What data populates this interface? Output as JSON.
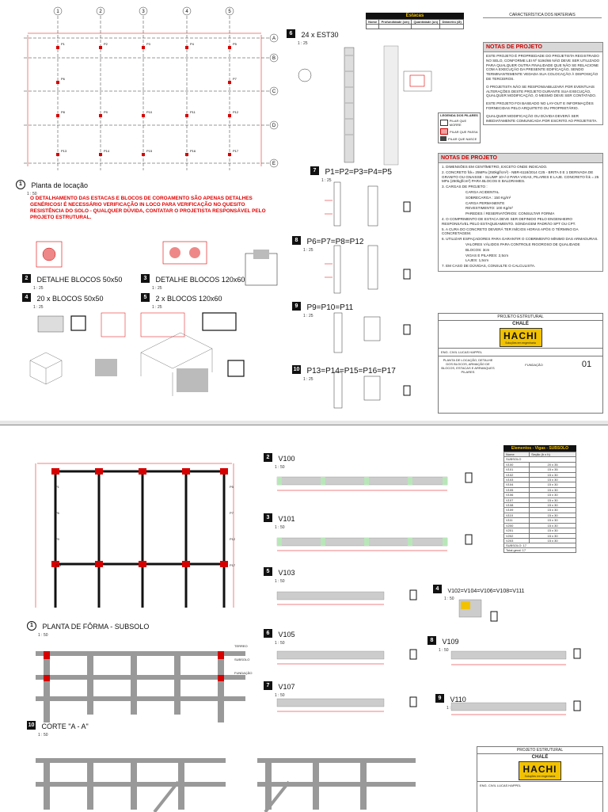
{
  "sheet1": {
    "grid_columns": [
      "1",
      "2",
      "3",
      "4",
      "5"
    ],
    "grid_rows": [
      "A",
      "B",
      "C",
      "D",
      "E"
    ],
    "pillars": [
      "P1",
      "P2",
      "P3",
      "P4",
      "P5",
      "P6",
      "P7",
      "P8",
      "P9",
      "P10",
      "P11",
      "P12",
      "P13",
      "P14",
      "P15",
      "P16",
      "P17"
    ],
    "location_plan": {
      "num": "1",
      "title": "Planta de locação",
      "scale": "1 : 50"
    },
    "warning": "O DETALHAMENTO DAS ESTACAS E BLOCOS DE COROAMENTO SÃO APENAS DETALHES GENÉRICOS!  É NECESSÁRIO VERIFICAÇÃO IN LOCO PARA VERIFICAÇÃO NO QUESITO RESISTÊNCIA DO SOLO - QUALQUER DÚVIDA, CONTATAR O PROJETISTA RESPONSÁVEL PELO PROJETO ESTRUTURAL.",
    "details": [
      {
        "num": "2",
        "title": "DETALHE BLOCOS 50x50",
        "scale": "1 : 25"
      },
      {
        "num": "3",
        "title": "DETALHE BLOCOS 120x60",
        "scale": "1 : 25"
      },
      {
        "num": "4",
        "title": "20 x BLOCOS 50x50",
        "scale": "1 : 25"
      },
      {
        "num": "5",
        "title": "2 x BLOCOS 120x60",
        "scale": "1 : 25"
      },
      {
        "num": "6",
        "title": "24 x EST30",
        "scale": "1 : 25"
      },
      {
        "num": "7",
        "title": "P1=P2=P3=P4=P5",
        "scale": "1 : 25"
      },
      {
        "num": "8",
        "title": "P6=P7=P8=P12",
        "scale": "1 : 25"
      },
      {
        "num": "9",
        "title": "P9=P10=P11",
        "scale": "1 : 25"
      },
      {
        "num": "10",
        "title": "P13=P14=P15=P16=P17",
        "scale": "1 : 25"
      }
    ],
    "estacas_table": {
      "title": "Estacas",
      "headers": [
        "Nome",
        "Profundidade (cm)",
        "Quantidade (un)",
        "Diâmetro (Ø)"
      ]
    },
    "materials_title": "CARACTERÍSTICA DOS MATERIAIS",
    "pillar_legend": {
      "title": "LEGENDA DOS PILARES",
      "items": [
        "PILAR QUE MORRE",
        "PILAR QUE PASSA",
        "PILAR QUE NASCE"
      ]
    },
    "notes_projeto_title": "NOTAS DE PROJETO",
    "notes_projeto_text": [
      "ESTE PROJETO É PROPRIEDADE DO PROJETISTA REGISTRADO NO SELO, CONFORME LEI Nº 5194/66 NÃO DEVE SER UTILIZADO PARA QUALQUER OUTRA FINALIDADE QUE NÃO SE RELACIONE COM A EXECUÇÃO DA PRESENTE EDIFICAÇÃO, SENDO TERMINANTEMENTE VEDADA SUA COLOCAÇÃO À DISPOSIÇÃO DE TERCEIROS.",
      "O PROJETISTA NÃO SE RESPONSABILIZARÁ POR EVENTUAIS ALTERAÇÕES DESTE PROJETO DURANTE SUA EXECUÇÃO, QUALQUER MODIFICAÇÃO, O MESMO DEVE SER CONTATADO.",
      "ESTE PROJETO FOI BASEADO NO LAY-OUT E INFORMAÇÕES FORNECIDAS PELO ARQUITETO OU PROPRIETÁRIO.",
      "QUALQUER MODIFICAÇÃO OU DÚVIDA DEVERÁ SER IMEDIATAMENTE COMUNICADA POR ESCRITO AO PROJETISTA."
    ],
    "notes_list_title": "NOTAS DE PROJETO",
    "notes_list": [
      "1.   DIMENSÕES EM CENTÍMETRO, EXCETO ONDE INDICADO.",
      "2.   CONCRETO fck= 25MPa (250kgf/cm²) - NBR-6118/2014 C25 - BRITA 0 E 1 DERIVADA DE GRANITO OU GNAISSE - SLUMP 10+/-2 PARA VIGAS, PILARES E LAJE. CONCRETO fck = 25 MPa (250kgf/cm²) PARA BLOCOS E BALDRAMES.",
      "3.   CARGAS DE PROJETO :",
      "CARGA ACIDENTAL",
      "SOBRECARGA : 150 Kg/m²",
      "CARGA PERMANENTE",
      "REVESTIMENTO: 100 Kg/m²",
      "PAREDES / RESERVATÓRIOS: CONSULTAR FORMA",
      "4.   O COMPRIMENTO DE ESTACA DEVE SER DEFINIDO PELO ENGENHEIRO RESPONSÁVEL PELO ESTAQUEAMENTO. SONDAGEM PADRÃO SPT OU CPT.",
      "5.   A CURA DO CONCRETO DEVERÁ TER INÍCIOS HORAS APÓS O TÉRMINO DA CONCRETAGEM.",
      "6.   UTILIZAR ESPAÇADORES PARA GARANTIR O COBRIMENTO MÍNIMO DAS ARMADURAS.",
      "VALORES VÁLIDOS PARA CONTROLE RIGOROSO DE QUALIDADE",
      "BLOCOS: 3cm",
      "VIGAS E PILARES: 2,5cm",
      "LAJES: 1,5cm",
      "7.   EM CASO DE DÚVIDAS, CONSULTE O CALCULISTA."
    ],
    "title_block": {
      "project": "PROJETO ESTRUTURAL",
      "client": "CHALÉ",
      "logo": "HACHI",
      "logo_sub": "Soluções em engenharia",
      "engineer": "ENG. CIVIL LUCAS HAPPEL",
      "sheet_subject": "PLANTA DE LOCAÇÃO, DETALHE DOS BLOCOS, ARMAÇÃO DE BLOCOS, ESTACAS E ARRANQUES PILARES",
      "sheet_type": "FUNDAÇÃO",
      "sheet_number": "01"
    }
  },
  "sheet2": {
    "pillars_left": [
      "P1",
      "P6",
      "P9",
      "P13"
    ],
    "pillars_right": [
      "P5",
      "P7",
      "P12",
      "P17"
    ],
    "plan": {
      "num": "1",
      "title": "PLANTA DE FÔRMA - SUBSOLO",
      "scale": "1 : 50"
    },
    "section": {
      "num": "10",
      "title": "CORTE \"A - A\"",
      "scale": "1 : 50"
    },
    "elevations": [
      {
        "num": "2",
        "title": "V100",
        "scale": "1 : 50"
      },
      {
        "num": "3",
        "title": "V101",
        "scale": "1 : 50"
      },
      {
        "num": "5",
        "title": "V103",
        "scale": "1 : 50"
      },
      {
        "num": "6",
        "title": "V105",
        "scale": "1 : 50"
      },
      {
        "num": "7",
        "title": "V107",
        "scale": "1 : 50"
      }
    ],
    "right_elevations": [
      {
        "num": "4",
        "title": "V102=V104=V106=V108=V111",
        "scale": "1 : 50"
      },
      {
        "num": "8",
        "title": "V109",
        "scale": "1 : 50"
      },
      {
        "num": "9",
        "title": "V110",
        "scale": "1 : 50"
      }
    ],
    "section_labels": [
      "TERREO",
      "SUBSOLO",
      "FUNDAÇÃO"
    ],
    "beams_table": {
      "title": "Elementos - Vigas - SUBSOLO",
      "headers": [
        "Nome",
        "Seção (b x h)"
      ],
      "group": "SUBSOLO",
      "rows": [
        [
          "V100",
          "20 x 35"
        ],
        [
          "V101",
          "15 x 35"
        ],
        [
          "V102",
          "15 x 30"
        ],
        [
          "V103",
          "15 x 30"
        ],
        [
          "V104",
          "15 x 30"
        ],
        [
          "V105",
          "15 x 30"
        ],
        [
          "V106",
          "15 x 30"
        ],
        [
          "V107",
          "15 x 30"
        ],
        [
          "V108",
          "15 x 30"
        ],
        [
          "V109",
          "15 x 30"
        ],
        [
          "V110",
          "15 x 30"
        ],
        [
          "V111",
          "15 x 30"
        ],
        [
          "V200",
          "15 x 30"
        ],
        [
          "V201",
          "15 x 30"
        ],
        [
          "V202",
          "15 x 30"
        ],
        [
          "V203",
          "15 x 30"
        ]
      ],
      "subtotal": "SUBSOLO: 17",
      "total": "Total geral: 17"
    },
    "title_block": {
      "project": "PROJETO ESTRUTURAL",
      "client": "CHALÉ",
      "logo": "HACHI",
      "logo_sub": "Soluções em engenharia",
      "engineer": "ENG. CIVIL LUCAS HAPPEL"
    }
  },
  "colors": {
    "accent_red": "#e00000",
    "logo_yellow": "#f2c200",
    "pillar_red": "#d60000",
    "dark": "#111111",
    "beam_gray": "#9a9a9a"
  }
}
